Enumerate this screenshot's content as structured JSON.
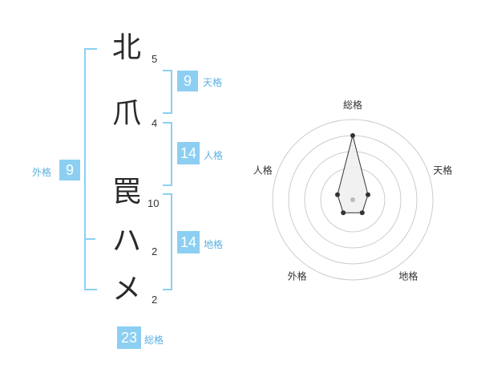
{
  "name": {
    "chars": [
      {
        "char": "北",
        "strokes": "5"
      },
      {
        "char": "爪",
        "strokes": "4"
      },
      {
        "char": "罠",
        "strokes": "10"
      },
      {
        "char": "ハ",
        "strokes": "2"
      },
      {
        "char": "メ",
        "strokes": "2"
      }
    ]
  },
  "fortunes": {
    "tenkaku": {
      "value": "9",
      "label": "天格"
    },
    "jinkaku": {
      "value": "14",
      "label": "人格"
    },
    "chikaku": {
      "value": "14",
      "label": "地格"
    },
    "gaikaku": {
      "value": "9",
      "label": "外格"
    },
    "soukaku": {
      "value": "23",
      "label": "総格"
    }
  },
  "chart_data": {
    "type": "radar",
    "axes": [
      "総格",
      "天格",
      "地格",
      "外格",
      "人格"
    ],
    "values": [
      4,
      1,
      1,
      1,
      1
    ],
    "rmax": 5,
    "rings": 4,
    "colors": {
      "ring": "#cccccc",
      "fill": "#eeeeee",
      "line": "#333333",
      "point": "#333333"
    }
  }
}
